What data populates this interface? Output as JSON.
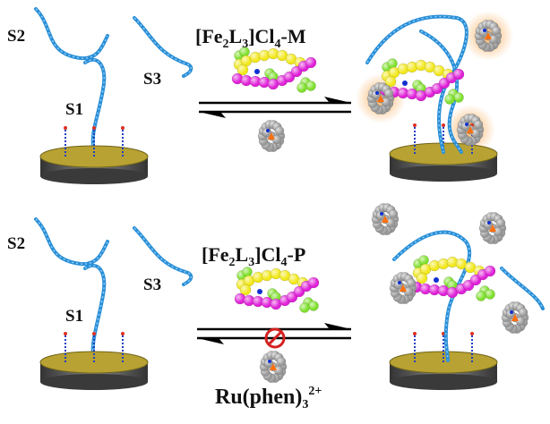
{
  "top_panel": {
    "strand_labels": {
      "s1": "S1",
      "s2": "S2",
      "s3": "S3"
    },
    "complex_label": {
      "a": "[Fe",
      "b": "2",
      "c": "L",
      "d": "3",
      "e": "]Cl",
      "f": "4",
      "g": "-M"
    }
  },
  "bottom_panel": {
    "strand_labels": {
      "s1": "S1",
      "s2": "S2",
      "s3": "S3"
    },
    "complex_label": {
      "a": "[Fe",
      "b": "2",
      "c": "L",
      "d": "3",
      "e": "]Cl",
      "f": "4",
      "g": "-P"
    },
    "probe_label": {
      "a": "Ru(phen)",
      "b": "3",
      "c": "2+"
    }
  },
  "colors": {
    "dna": "#2a8fd6",
    "disc": "#b8a233",
    "magenta": "#e020d8",
    "yellow": "#f2e81a",
    "green": "#7ee02a",
    "ru": "#9a9a9a",
    "prohibit": "#d42020"
  }
}
